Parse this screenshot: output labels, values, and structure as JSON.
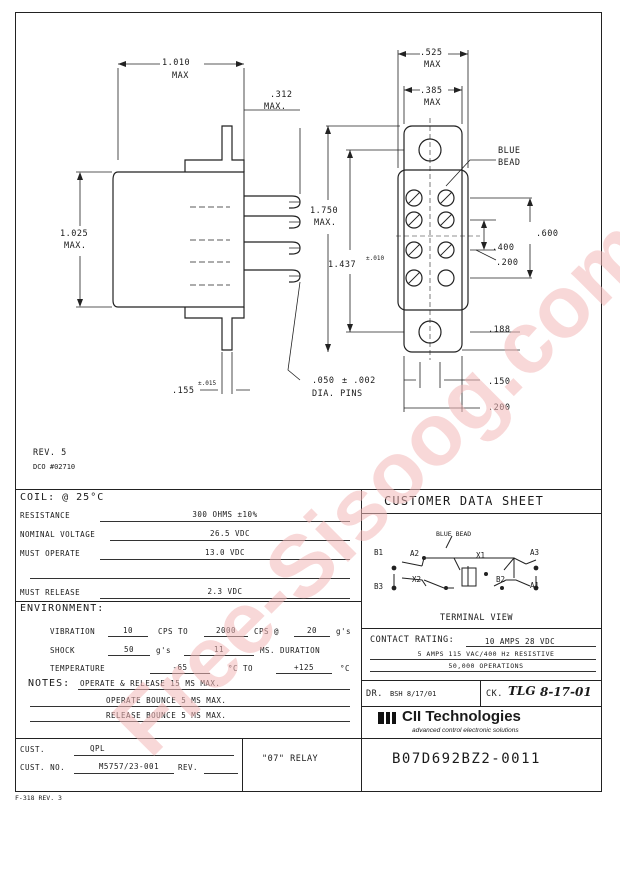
{
  "drawing": {
    "dims": {
      "width_top": "1.010",
      "width_top_max": "MAX",
      "pin_offset": ".312",
      "pin_offset_max": "MAX.",
      "height_side": "1.025",
      "height_side_max": "MAX.",
      "body_h": "1.750",
      "body_h_max": "MAX.",
      "pin_span": "1.437",
      "pin_span_tol": "±.010",
      "end_w": ".525",
      "end_w_max": "MAX",
      "inner_w": ".385",
      "inner_w_max": "MAX",
      "bead_label_1": "BLUE",
      "bead_label_2": "BEAD",
      "d600": ".600",
      "d400": ".400",
      "d200": ".200",
      "d188": ".188",
      "d150": ".150",
      "d200b": ".200",
      "pin_dia": ".050",
      "pin_dia_tol": "± .002",
      "pin_dia_label": "DIA. PINS",
      "d155": ".155",
      "d155_tol": "±.015"
    },
    "rev": "REV. 5",
    "dco": "DCO #02710"
  },
  "coil": {
    "heading": "COIL: @ 25°C",
    "resistance_label": "RESISTANCE",
    "resistance_value": "300 OHMS  ±10%",
    "nominal_label": "NOMINAL VOLTAGE",
    "nominal_value": "26.5 VDC",
    "must_operate_label": "MUST OPERATE",
    "must_operate_value": "13.0 VDC",
    "must_release_label": "MUST RELEASE",
    "must_release_value": "2.3 VDC"
  },
  "environment": {
    "heading": "ENVIRONMENT:",
    "vibration_label": "VIBRATION",
    "vibration_a": "10",
    "vibration_cps1": "CPS TO",
    "vibration_b": "2000",
    "vibration_cps2": "CPS @",
    "vibration_g": "20",
    "vibration_unit": "g's",
    "shock_label": "SHOCK",
    "shock_a": "50",
    "shock_unit": "g's",
    "shock_b": "11",
    "shock_dur": "MS. DURATION",
    "temp_label": "TEMPERATURE",
    "temp_a": "-65",
    "temp_to": "°C TO",
    "temp_b": "+125",
    "temp_unit": "°C"
  },
  "notes": {
    "heading": "NOTES:",
    "lines": [
      "OPERATE & RELEASE 15 MS MAX.",
      "OPERATE BOUNCE 5 MS MAX.",
      "RELEASE BOUNCE 5 MS MAX."
    ]
  },
  "cust": {
    "cust_label": "CUST.",
    "cust_value": "QPL",
    "cust_no_label": "CUST. NO.",
    "cust_no_value": "M5757/23-001",
    "rev_label": "REV.",
    "relay_label": "\"07\"   RELAY"
  },
  "footer": {
    "form": "F-318  REV. 3"
  },
  "right_panel": {
    "title": "CUSTOMER DATA SHEET",
    "schem": {
      "blue_bead": "BLUE BEAD",
      "b1": "B1",
      "a2": "A2",
      "x1": "X1",
      "a3": "A3",
      "b3": "B3",
      "x2": "X2",
      "b2": "B2",
      "a1": "A1"
    },
    "terminal_view": "TERMINAL VIEW",
    "contact_label": "CONTACT RATING:",
    "contact_lines": [
      "10 AMPS 28 VDC",
      "5 AMPS 115 VAC/400 Hz RESISTIVE",
      "50,000 OPERATIONS"
    ],
    "dr_label": "DR.",
    "dr_value": "BSH  8/17/01",
    "ck_label": "CK.",
    "ck_value": "TLG",
    "ck_date": "8-17-01",
    "brand": "CII Technologies",
    "tagline": "advanced control electronic solutions",
    "part_no": "B07D692BZ2-0011"
  },
  "watermark": {
    "text": "Free-Sisoog.com",
    "color": "#f2b8b8"
  }
}
